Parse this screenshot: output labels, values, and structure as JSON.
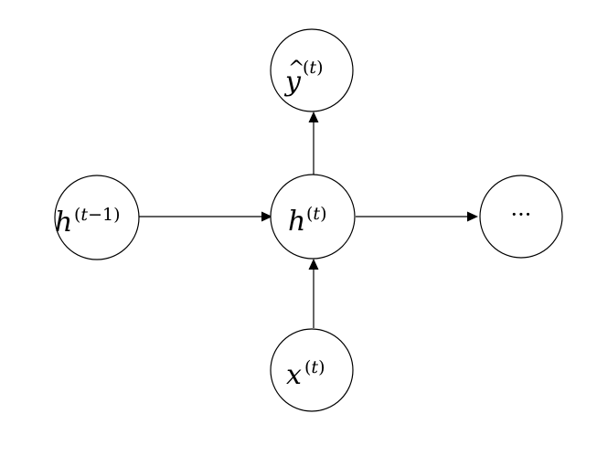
{
  "diagram": {
    "nodes": {
      "y_hat": {
        "base": "y",
        "hat": "^",
        "open": "(",
        "index": "t",
        "close": ")"
      },
      "h_prev": {
        "base": "h",
        "open": "(",
        "index": "t",
        "op": "−",
        "num": "1",
        "close": ")"
      },
      "h_t": {
        "base": "h",
        "open": "(",
        "index": "t",
        "close": ")"
      },
      "next": {
        "text": "···"
      },
      "x_t": {
        "base": "x",
        "open": "(",
        "index": "t",
        "close": ")"
      }
    },
    "edges": [
      {
        "from": "h_prev",
        "to": "h_t"
      },
      {
        "from": "h_t",
        "to": "next"
      },
      {
        "from": "x_t",
        "to": "h_t"
      },
      {
        "from": "h_t",
        "to": "y_hat"
      }
    ]
  }
}
